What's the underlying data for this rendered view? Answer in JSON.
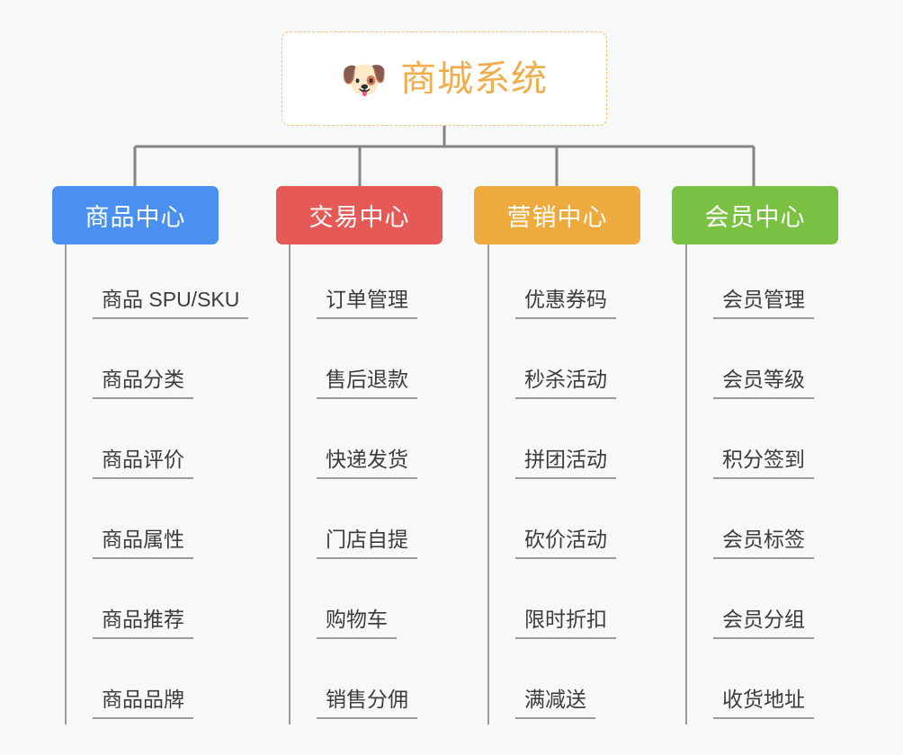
{
  "page": {
    "background_color": "#f7f8f8",
    "connector_color": "#858585",
    "leaf_rule_color": "#9a9a9a",
    "leaf_text_color": "#3c3c3c"
  },
  "root": {
    "icon": "dog-face-emoji",
    "emoji": "🐶",
    "title": "商城系统",
    "text_color": "#f0ad4e",
    "border_color": "#f0c36a",
    "background_color": "#ffffff"
  },
  "branches": [
    {
      "id": "product-center",
      "label": "商品中心",
      "color": "#4a90f0",
      "leaves": [
        {
          "label": "商品 SPU/SKU"
        },
        {
          "label": "商品分类"
        },
        {
          "label": "商品评价"
        },
        {
          "label": "商品属性"
        },
        {
          "label": "商品推荐"
        },
        {
          "label": "商品品牌"
        }
      ]
    },
    {
      "id": "trade-center",
      "label": "交易中心",
      "color": "#e55a56",
      "leaves": [
        {
          "label": "订单管理"
        },
        {
          "label": "售后退款"
        },
        {
          "label": "快递发货"
        },
        {
          "label": "门店自提"
        },
        {
          "label": "购物车"
        },
        {
          "label": "销售分佣"
        }
      ]
    },
    {
      "id": "marketing-center",
      "label": "营销中心",
      "color": "#eeaa3c",
      "leaves": [
        {
          "label": "优惠券码"
        },
        {
          "label": "秒杀活动"
        },
        {
          "label": "拼团活动"
        },
        {
          "label": "砍价活动"
        },
        {
          "label": "限时折扣"
        },
        {
          "label": "满减送"
        }
      ]
    },
    {
      "id": "member-center",
      "label": "会员中心",
      "color": "#79c council"
    }
  ]
}
